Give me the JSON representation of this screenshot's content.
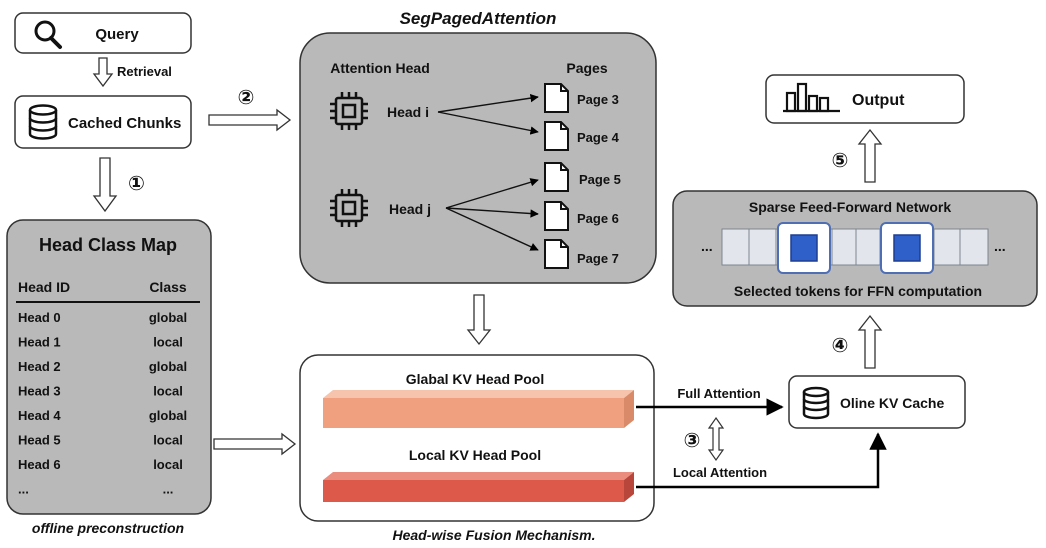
{
  "query": {
    "label": "Query"
  },
  "retrieval": {
    "label": "Retrieval"
  },
  "cached_chunks": {
    "label": "Cached Chunks"
  },
  "steps": {
    "s1": "①",
    "s2": "②",
    "s3": "③",
    "s4": "④",
    "s5": "⑤"
  },
  "head_class_map": {
    "title": "Head Class Map",
    "col_id": "Head ID",
    "col_class": "Class",
    "rows": [
      {
        "id": "Head 0",
        "cls": "global"
      },
      {
        "id": "Head 1",
        "cls": "local"
      },
      {
        "id": "Head 2",
        "cls": "global"
      },
      {
        "id": "Head 3",
        "cls": "local"
      },
      {
        "id": "Head 4",
        "cls": "global"
      },
      {
        "id": "Head 5",
        "cls": "local"
      },
      {
        "id": "Head 6",
        "cls": "local"
      },
      {
        "id": "...",
        "cls": "..."
      }
    ],
    "caption": "offline preconstruction"
  },
  "seg_paged_attention": {
    "title": "SegPagedAttention",
    "attention_head_label": "Attention Head",
    "pages_label": "Pages",
    "head_i": "Head i",
    "head_j": "Head j",
    "pages": [
      "Page 3",
      "Page 4",
      "Page 5",
      "Page 6",
      "Page 7"
    ]
  },
  "fusion": {
    "global_pool": "Glabal KV Head Pool",
    "local_pool": "Local KV Head Pool",
    "caption": "Head-wise Fusion Mechanism.",
    "full_attention": "Full Attention",
    "local_attention": "Local Attention"
  },
  "online_kv_cache": {
    "label": "Oline KV Cache"
  },
  "ffn": {
    "title": "Sparse Feed-Forward Network",
    "caption": "Selected tokens for FFN computation",
    "ellipsis_left": "...",
    "ellipsis_right": "..."
  },
  "output": {
    "label": "Output"
  },
  "colors": {
    "panel_gray": "#b9b9b9",
    "global_pool": "#f0a07f",
    "local_pool": "#dd5a4a",
    "token_blue": "#2f5fc9"
  }
}
